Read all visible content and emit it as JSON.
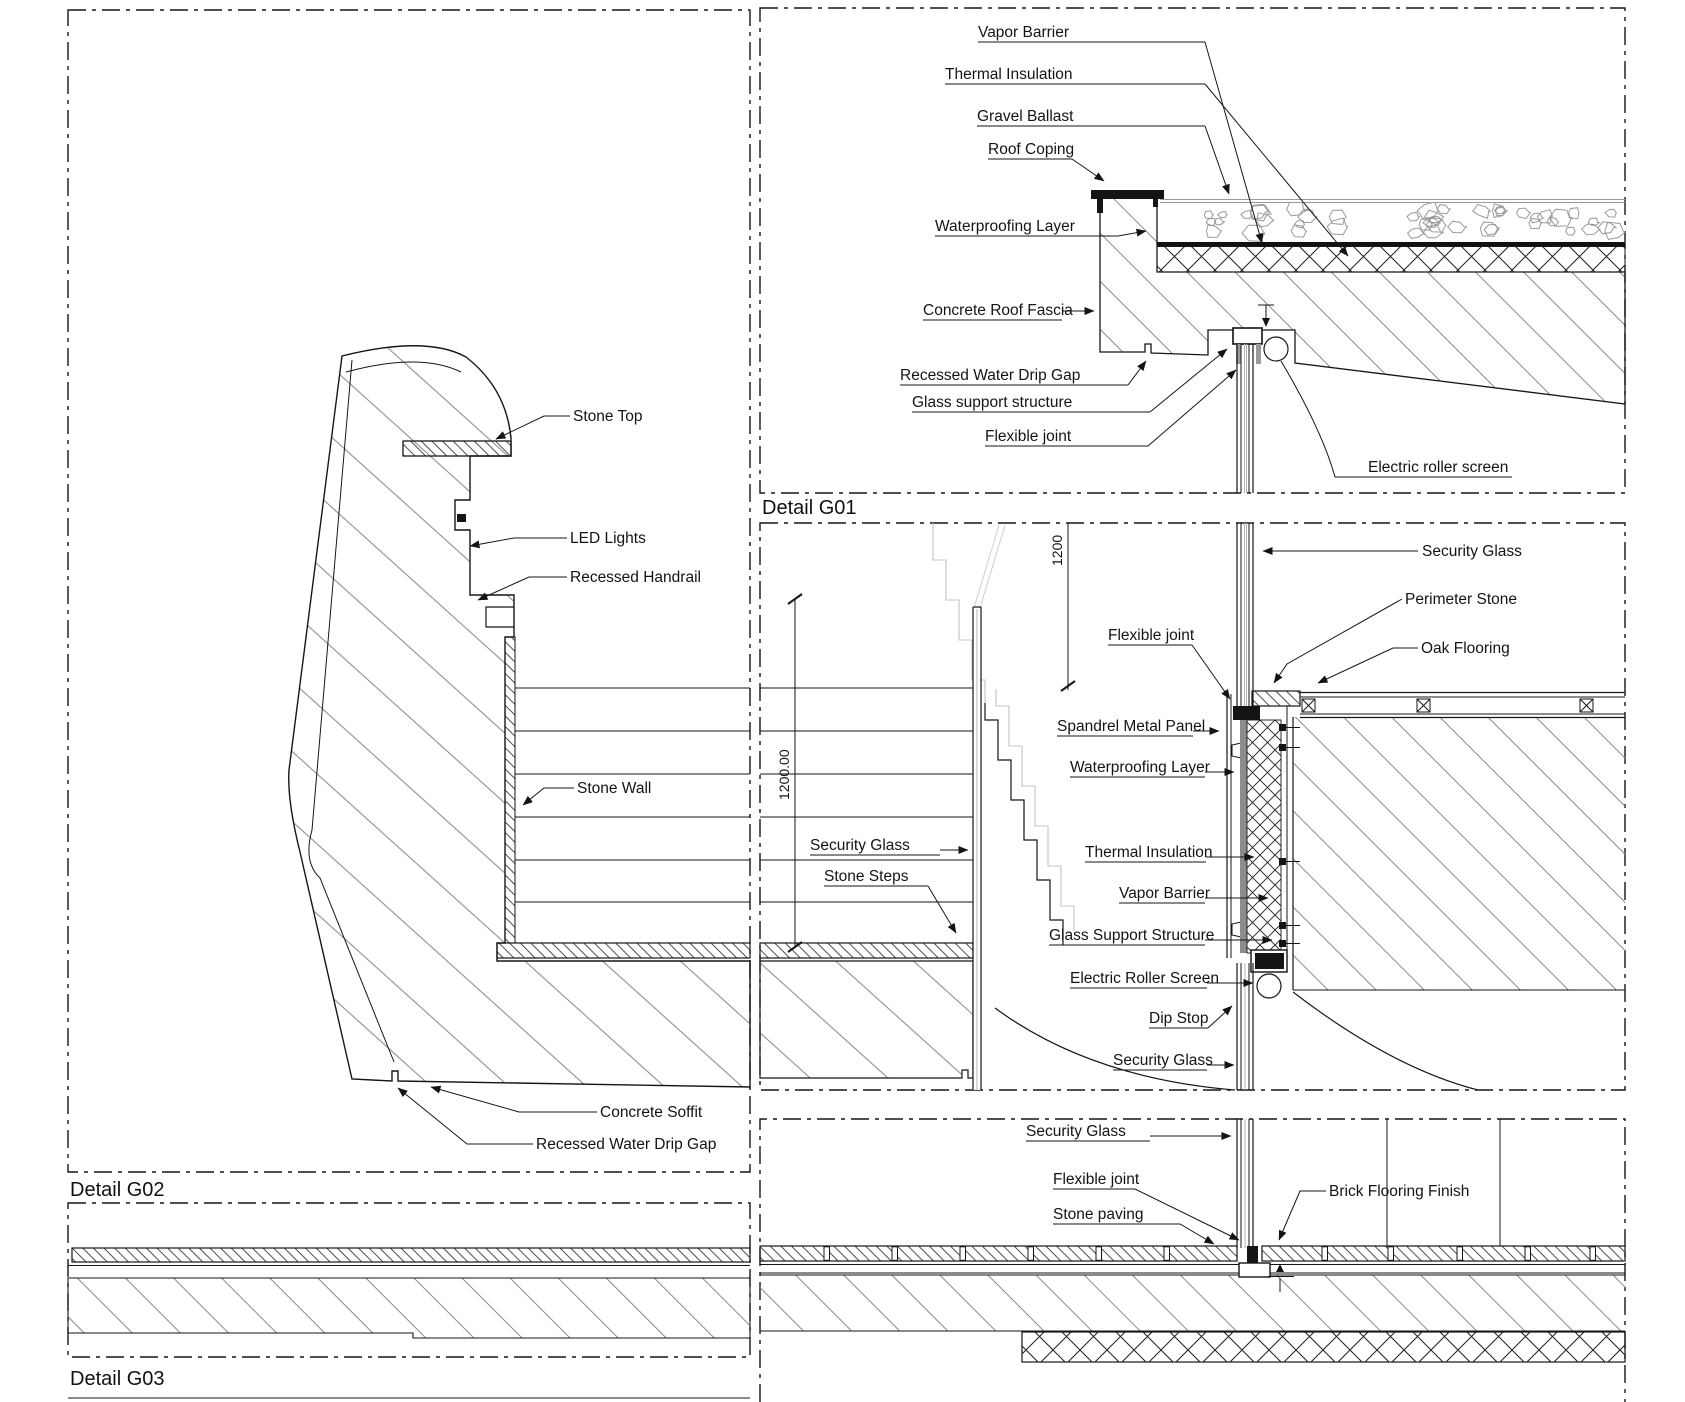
{
  "drawing": {
    "details": {
      "g01": {
        "title": "Detail G01",
        "callouts": {
          "vapor_barrier": "Vapor Barrier",
          "thermal_insulation": "Thermal Insulation",
          "gravel_ballast": "Gravel Ballast",
          "roof_coping": "Roof Coping",
          "waterproofing_layer": "Waterproofing Layer",
          "concrete_roof_fascia": "Concrete Roof Fascia",
          "recessed_water_drip_gap": "Recessed Water Drip Gap",
          "glass_support_structure": "Glass support structure",
          "flexible_joint": "Flexible joint",
          "electric_roller_screen": "Electric roller screen"
        }
      },
      "wall_section": {
        "callouts": {
          "security_glass_top": "Security Glass",
          "perimeter_stone": "Perimeter Stone",
          "oak_flooring": "Oak Flooring",
          "flexible_joint": "Flexible joint",
          "spandrel_metal_panel": "Spandrel Metal Panel",
          "waterproofing_layer": "Waterproofing Layer",
          "thermal_insulation": "Thermal Insulation",
          "vapor_barrier": "Vapor Barrier",
          "glass_support_structure": "Glass Support Structure",
          "electric_roller_screen": "Electric Roller Screen",
          "dip_stop": "Dip Stop",
          "security_glass_bottom": "Security Glass",
          "security_glass_mid": "Security Glass",
          "stone_steps": "Stone Steps"
        },
        "dimensions": {
          "height": "1200.00",
          "head": "1200"
        }
      },
      "g02": {
        "title": "Detail G02",
        "callouts": {
          "stone_top": "Stone Top",
          "led_lights": "LED Lights",
          "recessed_handrail": "Recessed Handrail",
          "stone_wall": "Stone Wall",
          "concrete_soffit": "Concrete Soffit",
          "recessed_water_drip_gap": "Recessed Water Drip Gap"
        }
      },
      "g03": {
        "title": "Detail G03",
        "callouts": {
          "security_glass": "Security Glass",
          "flexible_joint": "Flexible joint",
          "stone_paving": "Stone paving",
          "brick_flooring_finish": "Brick Flooring Finish"
        }
      }
    }
  }
}
